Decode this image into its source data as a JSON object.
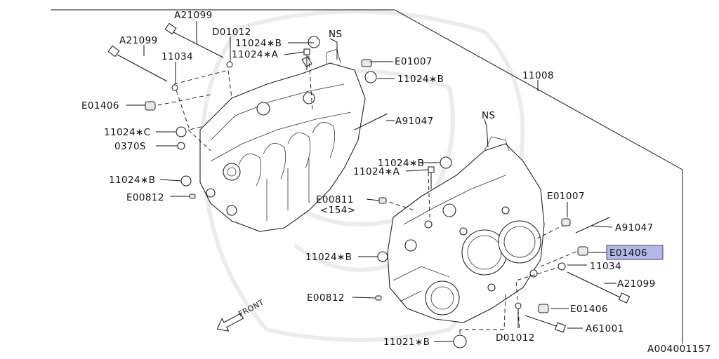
{
  "labels": {
    "a21099_top": "A21099",
    "d01012_top": "D01012",
    "a21099_left": "A21099",
    "x11024b_top": "11024∗B",
    "x11024a_top": "11024∗A",
    "ns_top": "NS",
    "e01007_top": "E01007",
    "x11034_left": "11034",
    "x11024b_top_right": "11024∗B",
    "x11008": "11008",
    "e01406_left": "E01406",
    "x11024c": "11024∗C",
    "a91047_mid": "A91047",
    "x0370s": "0370S",
    "ns_right": "NS",
    "x11024b_mid": "11024∗B",
    "x11024a_mid": "11024∗A",
    "x11024b_left_low": "11024∗B",
    "e00812_left": "E00812",
    "e00811": "E00811",
    "note154": "<154>",
    "e01007_right": "E01007",
    "a91047_right": "A91047",
    "e01406_highlight": "E01406",
    "x11024b_low": "11024∗B",
    "x11034_right": "11034",
    "a21099_right": "A21099",
    "e00812_low": "E00812",
    "e01406_right": "E01406",
    "d01012_low": "D01012",
    "a61001": "A61001",
    "x11021b": "11021∗B",
    "front": "FRONT",
    "figure_code": "A004001157"
  },
  "colors": {
    "line": "#111111",
    "highlight": "#b4b8e6",
    "watermark": "#ececec"
  }
}
